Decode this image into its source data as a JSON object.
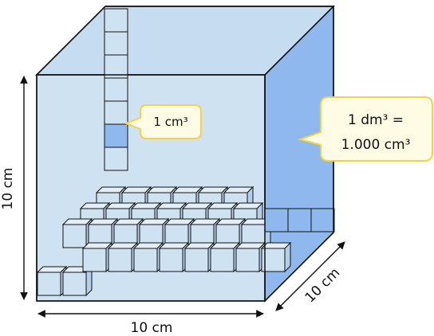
{
  "dimensions": {
    "front_width": "10 cm",
    "front_height": "10 cm",
    "depth": "10 cm"
  },
  "callouts": {
    "small_cube": "1 cm³",
    "liter_line1": "1 dm³ =",
    "liter_line2": "1.000 cm³"
  },
  "colors": {
    "front_face": "#cfe2f2",
    "back_fill": "#bdd6ee",
    "right_face": "#8fb8ee",
    "highlight_cube": "#8fb8ee",
    "callout_fill": "#fffbe4",
    "callout_stroke": "#f2d24a",
    "outline": "#111111"
  }
}
